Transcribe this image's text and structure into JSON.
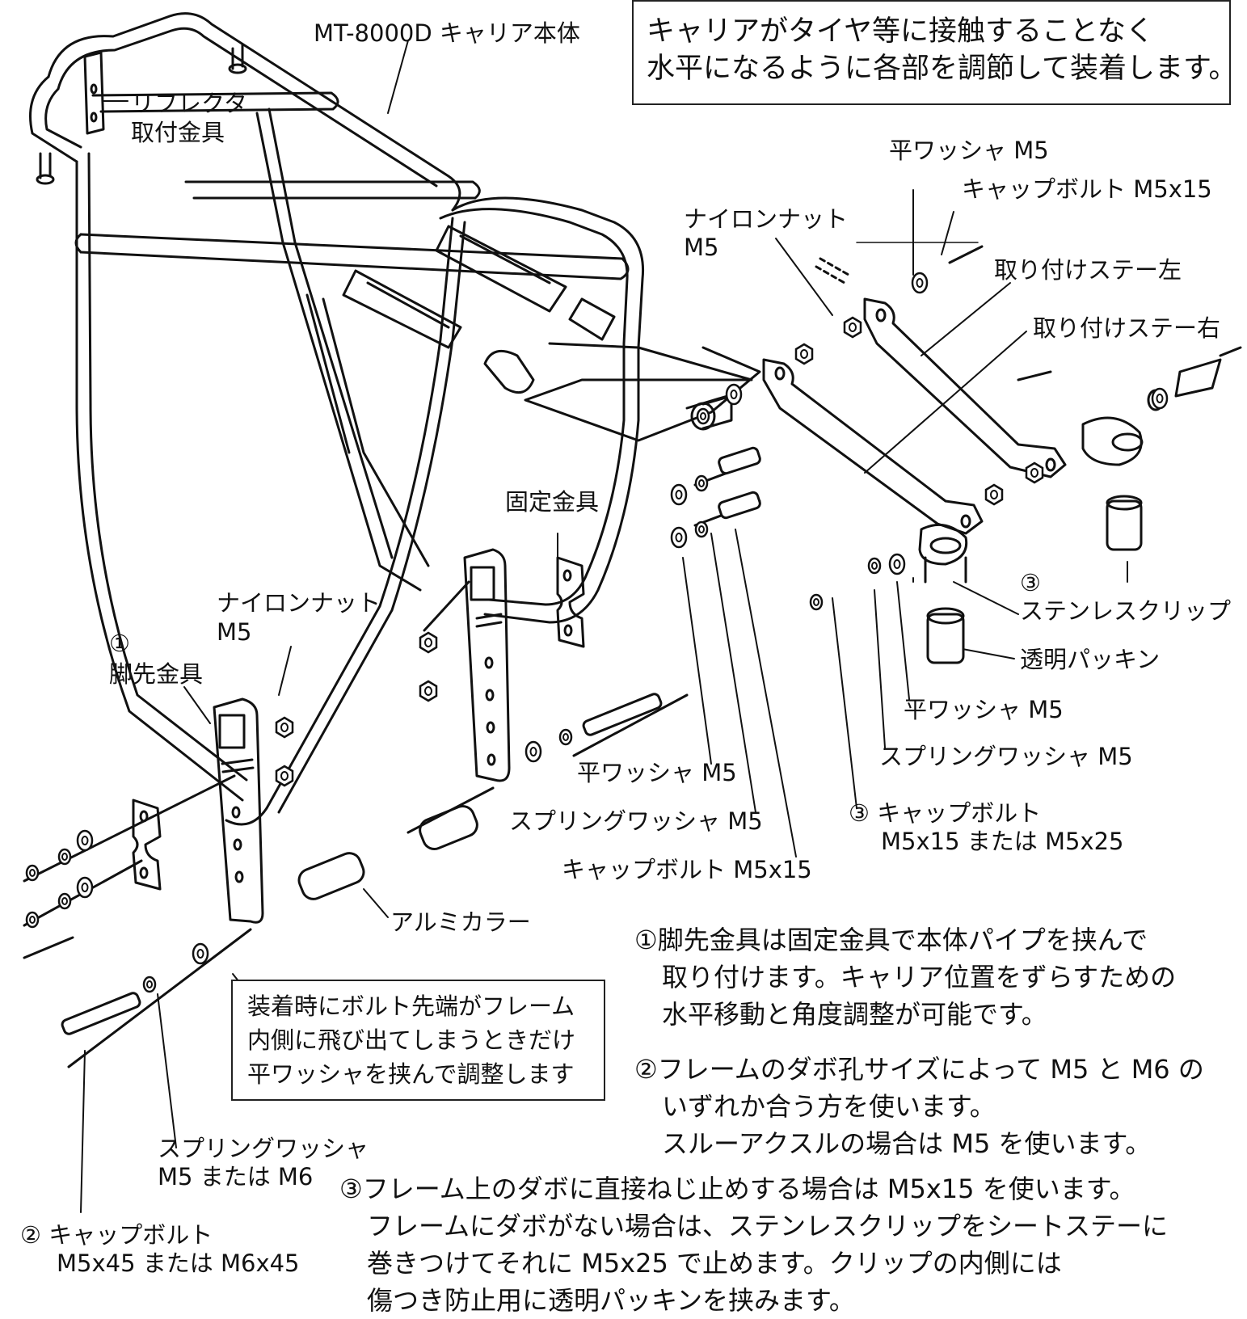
{
  "header_note": {
    "line1": "キャリアがタイヤ等に接触することなく",
    "line2": "水平になるように各部を調節して装着します。"
  },
  "labels": {
    "carrier_body": "MT-8000D キャリア本体",
    "reflector_1": "リフレクタ",
    "reflector_2": "取付金具",
    "top_flat_washer": "平ワッシャ M5",
    "top_cap_bolt": "キャップボルト M5x15",
    "nylon_nut_top_1": "ナイロンナット",
    "nylon_nut_top_2": "M5",
    "stay_left": "取り付けステー左",
    "stay_right": "取り付けステー右",
    "clip_number": "③",
    "stainless_clip": "ステンレスクリップ",
    "clear_packing": "透明パッキン",
    "right_flat_washer": "平ワッシャ M5",
    "right_spring_washer": "スプリングワッシャ M5",
    "right_cap_bolt_1": "③ キャップボルト",
    "right_cap_bolt_2": "M5x15 または M5x25",
    "fixing_bracket": "固定金具",
    "nylon_nut_left_1": "ナイロンナット",
    "nylon_nut_left_2": "M5",
    "foot_number": "①",
    "foot_bracket": "脚先金具",
    "mid_flat_washer": "平ワッシャ M5",
    "mid_spring_washer": "スプリングワッシャ M5",
    "mid_cap_bolt": "キャップボルト M5x15",
    "alu_collar": "アルミカラー",
    "spring_washer_m5m6_1": "スプリングワッシャ",
    "spring_washer_m5m6_2": "M5 または M6",
    "bottom_cap_bolt_1": "② キャップボルト",
    "bottom_cap_bolt_2": "M5x45 または M6x45"
  },
  "washer_box": {
    "line1": "装着時にボルト先端がフレーム",
    "line2": "内側に飛び出てしまうときだけ",
    "line3": "平ワッシャを挟んで調整します"
  },
  "notes": {
    "note1_l1": "①脚先金具は固定金具で本体パイプを挟んで",
    "note1_l2": "取り付けます。キャリア位置をずらすための",
    "note1_l3": "水平移動と角度調整が可能です。",
    "note2_l1": "②フレームのダボ孔サイズによって M5 と M6 の",
    "note2_l2": "いずれか合う方を使います。",
    "note2_l3": "スルーアクスルの場合は M5 を使います。",
    "note3_l1": "③フレーム上のダボに直接ねじ止めする場合は M5x15 を使います。",
    "note3_l2": "フレームにダボがない場合は、ステンレスクリップをシートステーに",
    "note3_l3": "巻きつけてそれに M5x25 で止めます。クリップの内側には",
    "note3_l4": "傷つき防止用に透明パッキンを挟みます。"
  },
  "colors": {
    "line": "#111111",
    "background": "#ffffff"
  }
}
